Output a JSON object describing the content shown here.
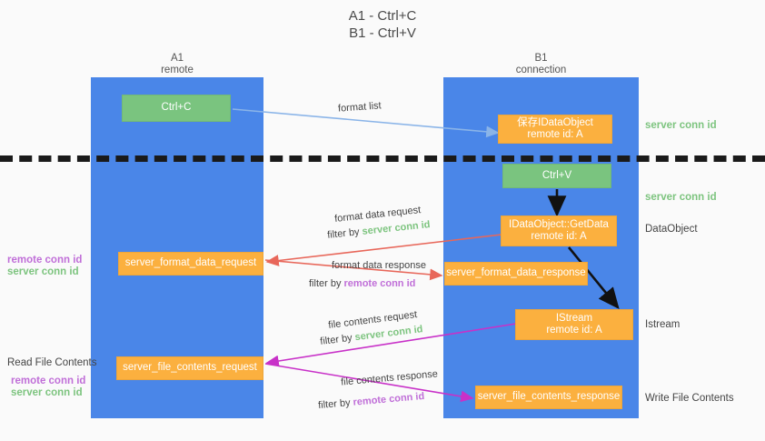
{
  "title": "A1 - Ctrl+C\nB1 - Ctrl+V",
  "columns": [
    {
      "name": "A1",
      "sub": "remote"
    },
    {
      "name": "B1",
      "sub": "connection"
    }
  ],
  "boxes": {
    "ctrl_c": "Ctrl+C",
    "ctrl_v": "Ctrl+V",
    "idataobject_line1": "保存IDataObject",
    "idataobject_line2": "remote id: A",
    "getdata_line1": "IDataObject::GetData",
    "getdata_line2": "remote id: A",
    "istream_line1": "IStream",
    "istream_line2": "remote id: A",
    "server_format_data_request": "server_format_data_request",
    "server_format_data_response": "server_format_data_response",
    "server_file_contents_request": "server_file_contents_request",
    "server_file_contents_response": "server_file_contents_response"
  },
  "right_labels": {
    "server_conn_id_top": "server conn id",
    "server_conn_id_mid": "server conn id",
    "dataobject": "DataObject",
    "istream": "Istream",
    "write_file_contents": "Write File Contents"
  },
  "left_labels": {
    "remote_conn_id_1": "remote conn id",
    "server_conn_id_1": "server conn id",
    "read_file_contents": "Read File Contents",
    "remote_conn_id_2": "remote conn id",
    "server_conn_id_2": "server conn id"
  },
  "wire_labels": {
    "format_list": "format list",
    "format_data_request": "format data request",
    "format_data_request_filter_prefix": "filter by ",
    "format_data_request_filter_value": "server conn id",
    "format_data_response": "format data response",
    "format_data_response_filter_prefix": "filter by ",
    "format_data_response_filter_value": "remote conn id",
    "file_contents_request": "file contents request",
    "file_contents_request_filter_prefix": "filter by ",
    "file_contents_request_filter_value": "server conn id",
    "file_contents_response": "file contents response",
    "file_contents_response_filter_prefix": "filter by ",
    "file_contents_response_filter_value": "remote conn id"
  },
  "colors": {
    "column_blue": "#4a86e8",
    "box_green": "#7ac47f",
    "box_orange": "#fbb03f",
    "wire_lightblue": "#8ab4e8",
    "wire_red": "#e8675a",
    "wire_magenta": "#c831c8",
    "wire_black": "#111111",
    "text_green": "#7dc47f",
    "text_purple": "#c06fd8",
    "background": "#fafafa"
  }
}
